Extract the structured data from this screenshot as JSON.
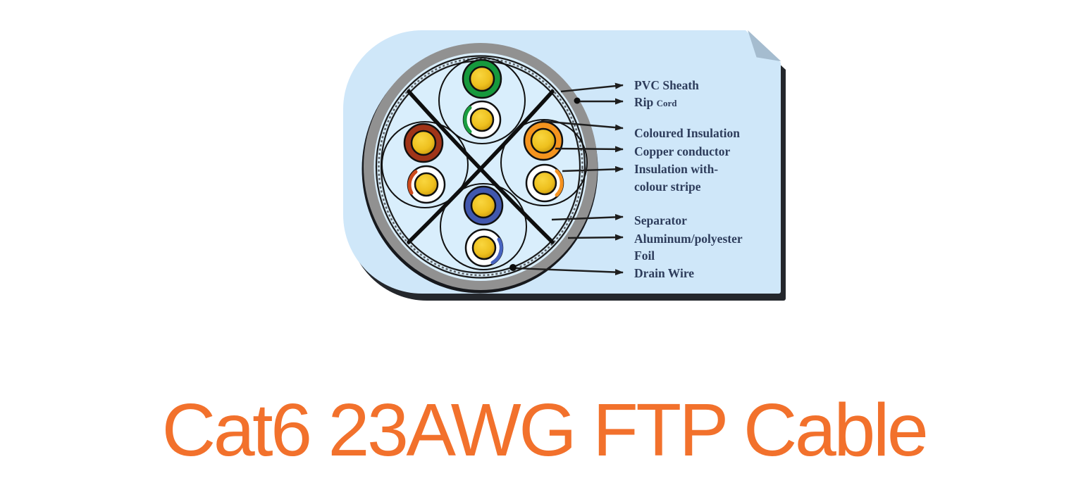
{
  "title": {
    "text": "Cat6 23AWG FTP Cable",
    "color": "#f2712c"
  },
  "diagram": {
    "card_color": "#cfe7f9",
    "fold_color": "#a5bccf",
    "shadow_color": "#24272c",
    "label_color": "#2e3d5c",
    "labels": [
      {
        "text": "PVC Sheath"
      },
      {
        "text": "Rip",
        "small": "Cord"
      },
      {
        "text": "Coloured Insulation"
      },
      {
        "text": "Copper conductor"
      },
      {
        "text": "Insulation with-"
      },
      {
        "text": "colour stripe"
      },
      {
        "text": "Separator"
      },
      {
        "text": "Aluminum/polyester"
      },
      {
        "text": "Foil"
      },
      {
        "text": "Drain Wire"
      }
    ],
    "cable": {
      "sheath_color": "#919191",
      "core_color": "#d9eefc",
      "separator_color": "#0e0e0e",
      "conductor_color": "#eec01e",
      "pairs": [
        {
          "name": "green pair",
          "color": "#16993d",
          "stripe": "#1a9e41"
        },
        {
          "name": "brown pair",
          "color": "#a03418",
          "stripe": "#cc4a1c"
        },
        {
          "name": "orange pair",
          "color": "#f4941e",
          "stripe": "#f59220"
        },
        {
          "name": "blue pair",
          "color": "#4158ae",
          "stripe": "#4663c0"
        }
      ]
    }
  }
}
